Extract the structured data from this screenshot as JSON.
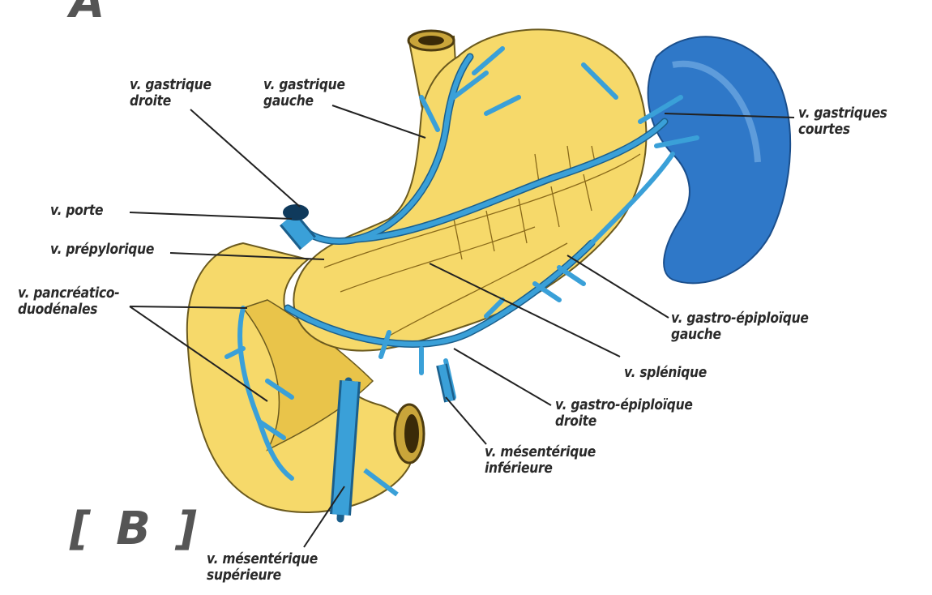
{
  "figure_label": "[ B ]",
  "colors": {
    "organ_fill": "#f6d96a",
    "organ_stroke": "#6b5a1e",
    "vein": "#3aa0d8",
    "vein_stroke": "#1b5f8c",
    "spleen": "#2f78c8",
    "leader": "#222222"
  },
  "labels": {
    "gastrique_droite": [
      "v. gastrique",
      "droite"
    ],
    "gastrique_gauche": [
      "v. gastrique",
      "gauche"
    ],
    "gastriques_courtes": [
      "v. gastriques",
      "courtes"
    ],
    "porte": [
      "v. porte"
    ],
    "prepylorique": [
      "v. prépylorique"
    ],
    "pancreatico": [
      "v. pancréatico-",
      "duodénales"
    ],
    "gastro_epiploique_gauche": [
      "v. gastro-épiploïque",
      "gauche"
    ],
    "splenique": [
      "v. splénique"
    ],
    "gastro_epiploique_droite": [
      "v. gastro-épiploïque",
      "droite"
    ],
    "mesenterique_inferieure": [
      "v. mésentérique",
      "inférieure"
    ],
    "mesenterique_superieure": [
      "v. mésentérique",
      "supérieure"
    ]
  }
}
